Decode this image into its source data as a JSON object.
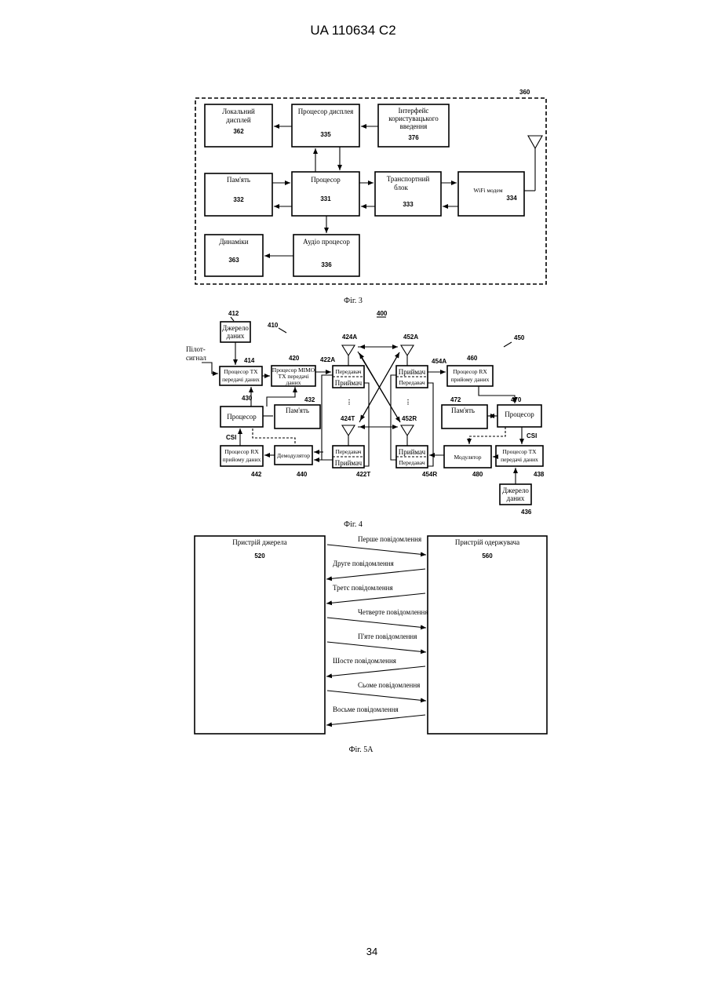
{
  "header": {
    "doc_id": "UA   110634   C2"
  },
  "page_number": "34",
  "fig3": {
    "frame_ref": "360",
    "blocks": {
      "local_display": {
        "line1": "Локальний",
        "line2": "дисплей",
        "ref": "362"
      },
      "display_processor": {
        "line1": "Процесор дисплея",
        "ref": "335"
      },
      "user_input": {
        "line1": "Інтерфейс",
        "line2": "користувацького",
        "line3": "введення",
        "ref": "376"
      },
      "memory": {
        "line1": "Пам'ять",
        "ref": "332"
      },
      "processor": {
        "line1": "Процесор",
        "ref": "331"
      },
      "transport": {
        "line1": "Транспортний",
        "line2": "блок",
        "ref": "333"
      },
      "wifi": {
        "line1": "WiFi модем",
        "ref": "334"
      },
      "speakers": {
        "line1": "Динаміки",
        "ref": "363"
      },
      "audio": {
        "line1": "Аудіо процесор",
        "ref": "336"
      }
    },
    "caption": "Фіг. 3"
  },
  "fig4": {
    "ref_main": "400",
    "ref_410": "410",
    "ref_450": "450",
    "pilot": {
      "line1": "Пілот-",
      "line2": "сигнал"
    },
    "csi_left": "CSI",
    "csi_right": "CSI",
    "blocks": {
      "data_source_tx": {
        "line1": "Джерело",
        "line2": "даних",
        "ref": "412"
      },
      "tx_data_proc": {
        "line1": "Процесор ТХ",
        "line2": "передачі даних",
        "ref": "414"
      },
      "mimo_tx": {
        "line1": "Процесор МІМО",
        "line2": "ТХ передачі",
        "line3": "даних",
        "ref": "420"
      },
      "xcvr_422a": {
        "top": "Передавач",
        "bottom": "Приймач",
        "ref": "422A"
      },
      "xcvr_422t": {
        "top": "Передавач",
        "bottom": "Приймач",
        "ref": "422T"
      },
      "proc_430": {
        "line1": "Процесор",
        "ref": "430"
      },
      "mem_432": {
        "line1": "Пам'ять",
        "ref": "432"
      },
      "rx_data_442": {
        "line1": "Процесор RX",
        "line2": "прийому даних",
        "ref": "442"
      },
      "demod_440": {
        "line1": "Демодулятор",
        "ref": "440"
      },
      "xcvr_454a": {
        "top": "Приймач",
        "bottom": "Передавач",
        "ref": "454A"
      },
      "xcvr_454r": {
        "top": "Приймач",
        "bottom": "Передавач",
        "ref": "454R"
      },
      "rx_data_460": {
        "line1": "Процесор RX",
        "line2": "прийому даних",
        "ref": "460"
      },
      "mem_472": {
        "line1": "Пам'ять",
        "ref": "472"
      },
      "proc_470": {
        "line1": "Процесор",
        "ref": "470"
      },
      "mod_480": {
        "line1": "Модулятор",
        "ref": "480"
      },
      "tx_data_438": {
        "line1": "Процесор ТХ",
        "line2": "передачі даних",
        "ref": "438"
      },
      "data_source_rx": {
        "line1": "Джерело",
        "line2": "даних",
        "ref": "436"
      }
    },
    "antennas": {
      "a424A": "424A",
      "a424T": "424T",
      "a452A": "452A",
      "a452R": "452R"
    },
    "caption": "Фіг. 4"
  },
  "fig5a": {
    "source": {
      "label": "Пристрій джерела",
      "ref": "520"
    },
    "sink": {
      "label": "Пристрій одержувача",
      "ref": "560"
    },
    "messages": [
      {
        "text": "Перше повідомлення",
        "dir": "right"
      },
      {
        "text": "Друге повідомлення",
        "dir": "left"
      },
      {
        "text": "Третє повідомлення",
        "dir": "left"
      },
      {
        "text": "Четверте повідомлення",
        "dir": "right"
      },
      {
        "text": "П'яте повідомлення",
        "dir": "right"
      },
      {
        "text": "Шосте повідомлення",
        "dir": "left"
      },
      {
        "text": "Сьоме повідомлення",
        "dir": "right"
      },
      {
        "text": "Восьме повідомлення",
        "dir": "left"
      }
    ],
    "caption": "Фіг. 5А"
  }
}
